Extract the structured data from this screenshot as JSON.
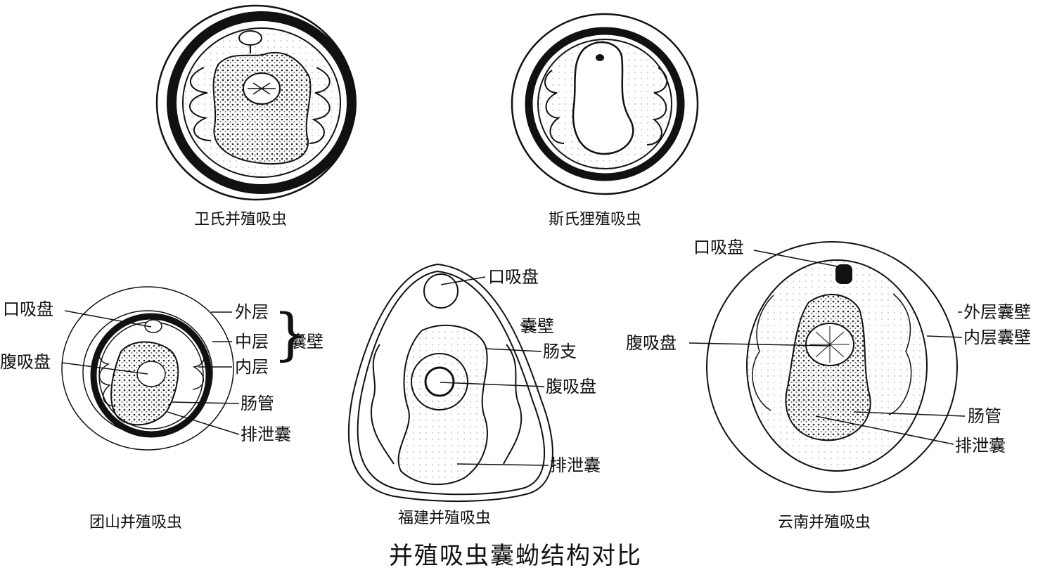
{
  "title": "并殖吸虫囊蚴结构对比",
  "specimens": [
    {
      "caption": "卫氏并殖吸虫"
    },
    {
      "caption": "斯氏狸殖吸虫"
    },
    {
      "caption": "团山并殖吸虫",
      "labels": [
        "口吸盘",
        "腹吸盘",
        "外层",
        "中层",
        "内层",
        "囊壁",
        "肠管",
        "排泄囊"
      ]
    },
    {
      "caption": "福建并殖吸虫",
      "labels": [
        "口吸盘",
        "囊壁",
        "肠支",
        "腹吸盘",
        "排泄囊"
      ]
    },
    {
      "caption": "云南并殖吸虫",
      "labels": [
        "口吸盘",
        "腹吸盘",
        "外层囊壁",
        "内层囊壁",
        "肠管",
        "排泄囊"
      ]
    }
  ],
  "colors": {
    "ink": "#111111",
    "paper": "#ffffff",
    "stipple": "#555555"
  }
}
